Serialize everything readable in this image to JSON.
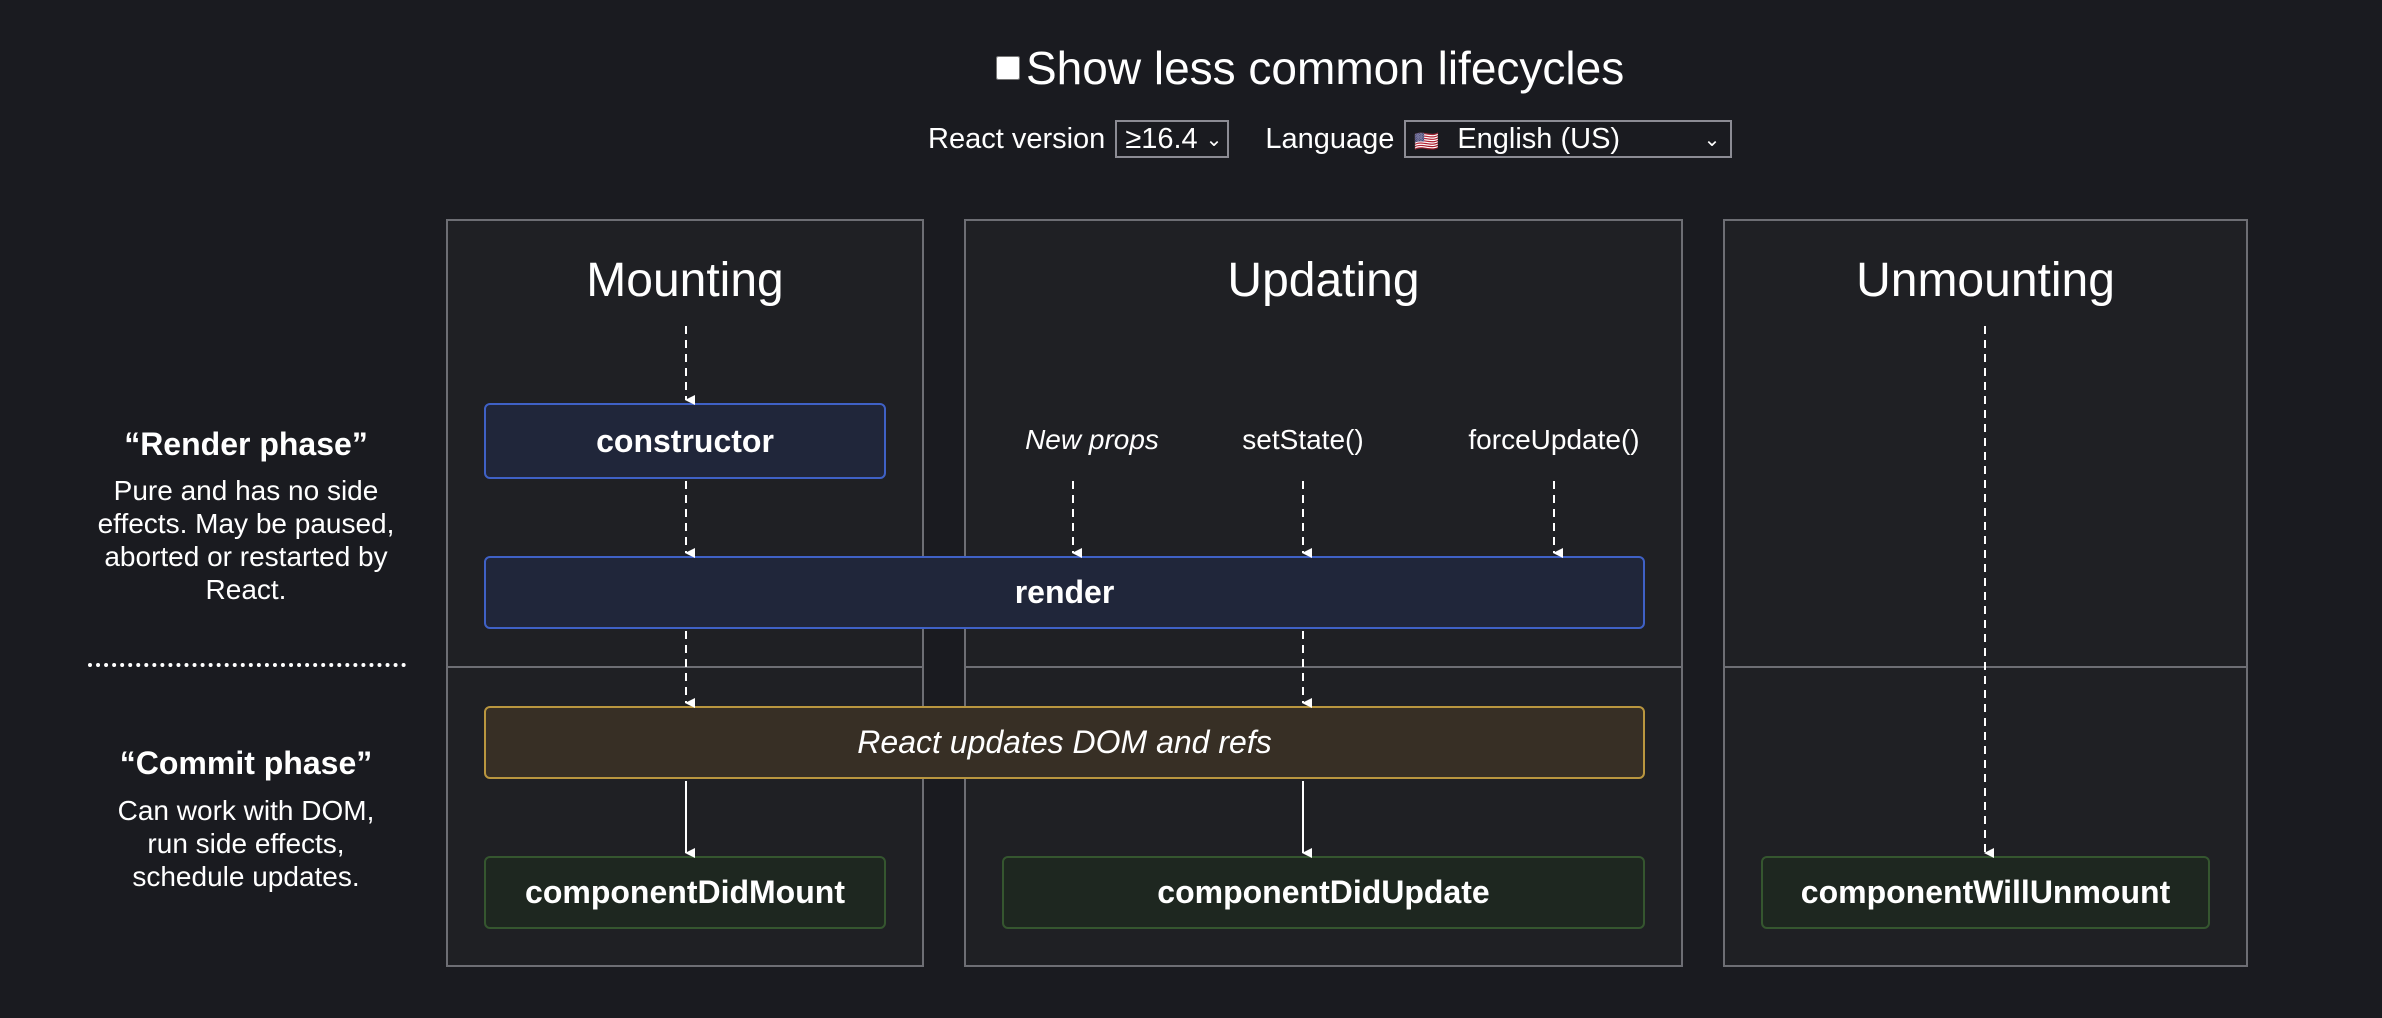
{
  "header": {
    "toggle_label": "Show less common lifecycles",
    "toggle_checked": false,
    "react_version_label": "React version",
    "react_version_value": "≥16.4",
    "language_label": "Language",
    "language_flag": "🇺🇸",
    "language_value": "English (US)"
  },
  "phases": {
    "render": {
      "title": "“Render phase”",
      "text": "Pure and has no side effects. May be paused, aborted or restarted by React."
    },
    "commit": {
      "title": "“Commit phase”",
      "text": "Can work with DOM, run side effects, schedule updates."
    }
  },
  "columns": {
    "mounting": "Mounting",
    "updating": "Updating",
    "unmounting": "Unmounting"
  },
  "triggers": {
    "new_props": "New props",
    "set_state": "setState()",
    "force_update": "forceUpdate()"
  },
  "boxes": {
    "constructor": "constructor",
    "render": "render",
    "dom": "React updates DOM and refs",
    "did_mount": "componentDidMount",
    "did_update": "componentDidUpdate",
    "will_unmount": "componentWillUnmount"
  },
  "colors": {
    "background": "#1a1b20",
    "panel": "#1f2024",
    "render_border": "#3f61c6",
    "commit_border": "#b9963f",
    "lifecycle_border": "#35562f"
  }
}
